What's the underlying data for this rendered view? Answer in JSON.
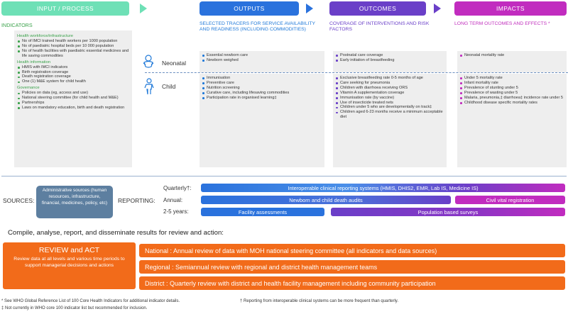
{
  "colors": {
    "input": "#6ee0b6",
    "outputs": "#2a72dd",
    "outcomes": "#6a3fc8",
    "impacts": "#c12cbf",
    "green_text": "#3aa24a",
    "blue_text": "#1e78d8",
    "purple_text": "#6a3fc8",
    "magenta_text": "#c02dbd",
    "orange": "#f26b1a",
    "admin_box": "#5d7fa0"
  },
  "headers": {
    "input": "INPUT / PROCESS",
    "outputs": "OUTPUTS",
    "outcomes": "OUTCOMES",
    "impacts": "IMPACTS"
  },
  "subheads": {
    "indicators": "INDICATORS",
    "outputs": "SELECTED TRACERS FOR SERVICE AVAILABILITY AND READINESS (INCLUDING COMMODITIES)",
    "outcomes": "COVERAGE OF INTERVENTIONS AND RISK FACTORS",
    "impacts": "LONG TERM OUTCOMES AND EFFECTS *"
  },
  "indicators": {
    "groups": [
      {
        "title": "Health workforce/infrastructure",
        "items": [
          "No of IMCI trained health workers per 1000 population",
          "No of paediatric hospital beds per 10 000 population",
          "No of health facilities with paediatric essential medicines and life saving commodities"
        ]
      },
      {
        "title": "Health information",
        "items": [
          "HMIS with IMCI indicators",
          "Birth registration coverage",
          "Death registration coverage",
          "One (1) M&E system for child health"
        ]
      },
      {
        "title": "Governance",
        "items": [
          "Policies on data (eg, access and use)",
          "National steering committee (for child health and M&E)",
          "Partnerships",
          "Laws on mandatory education, birth and death registration"
        ]
      }
    ]
  },
  "age_groups": {
    "neonatal": "Neonatal",
    "child": "Child"
  },
  "outputs": {
    "neonatal": [
      "Essential newborn care",
      "Newborn weighed"
    ],
    "child": [
      "Immunisation",
      "Preventive care",
      "Nutrition screening",
      "Curative care, including lifesaving commodities",
      "Participation rate in organised learning‡"
    ]
  },
  "outcomes": {
    "neonatal": [
      "Postnatal care coverage",
      "Early initiation of breastfeeding"
    ],
    "child": [
      "Exclusive breastfeeding rate 0-5 months of age",
      "Care seeking for pneumonia",
      "Children with diarrhoea receiving ORS",
      "Vitamin A supplementation coverage",
      "Immunisation rate (by vaccine)",
      "Use of insecticide treated nets",
      "Children under 5 who are developmentally on track‡",
      "Children aged 6-23 months receive a minimum acceptable diet"
    ]
  },
  "impacts": {
    "neonatal": [
      "Neonatal mortality rate"
    ],
    "child": [
      "Under 5 mortality rate",
      "Infant mortality rate",
      "Prevalence of stunting under 5",
      "Prevalence of wasting under 5",
      "Malaria, pneumonia,‡ diarrhoea‡ incidence rate under 5",
      "Childhood disease specific mortality rates"
    ]
  },
  "sources": {
    "label": "SOURCES:",
    "admin_box": "Administrative sources (human resources, infrastructure, financial, medicines, policy, etc)",
    "reporting_label": "REPORTING:",
    "quarterly_label": "Quarterly†:",
    "annual_label": "Annual:",
    "years_label": "2-5 years:",
    "quarterly_bar": "Interoperable clinical reporting systems (HMIS, DHIS2, EMR, Lab IS, Medicine IS)",
    "annual_bar": "Newborn and child death audits",
    "civil_bar": "Civil vital registration",
    "facility_bar": "Facility assessments",
    "surveys_bar": "Population based surveys"
  },
  "compile": {
    "heading": "Compile, analyse, report, and disseminate results for review and action:",
    "review_title": "REVIEW and ACT",
    "review_text": "Review data at all levels and various time periods to support managerial decisions and actions",
    "national": "National :  Annual review of data with MOH national steering committee (all indicators and data sources)",
    "regional": "Regional : Semiannual review with regional and district health management teams",
    "district": "District : Quarterly review with district and health facility management including community participation"
  },
  "footnotes": {
    "star": "* See WHO Global Reference List of 100 Core Health Indicators for additional indicator details.",
    "dagger": "† Reporting from interoperable clinical systems can be more frequent than quarterly.",
    "ddagger": "‡ Not currently in WHO core 100 indicator list  but recommended for inclusion."
  }
}
